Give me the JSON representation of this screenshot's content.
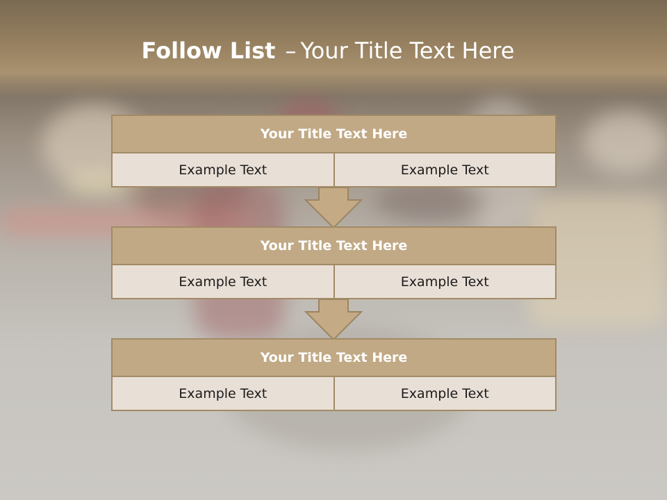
{
  "title": {
    "lead": "Follow List",
    "separator": "–",
    "rest": "Your Title Text Here"
  },
  "blocks": [
    {
      "header": "Your Title Text Here",
      "cells": [
        "Example Text",
        "Example Text"
      ]
    },
    {
      "header": "Your Title Text Here",
      "cells": [
        "Example Text",
        "Example Text"
      ]
    },
    {
      "header": "Your Title Text Here",
      "cells": [
        "Example Text",
        "Example Text"
      ]
    }
  ],
  "colors": {
    "header_fill": "#c1a985",
    "cell_fill": "#e8dfd6",
    "border": "#a28a66",
    "arrow_fill": "#c4ab86"
  }
}
